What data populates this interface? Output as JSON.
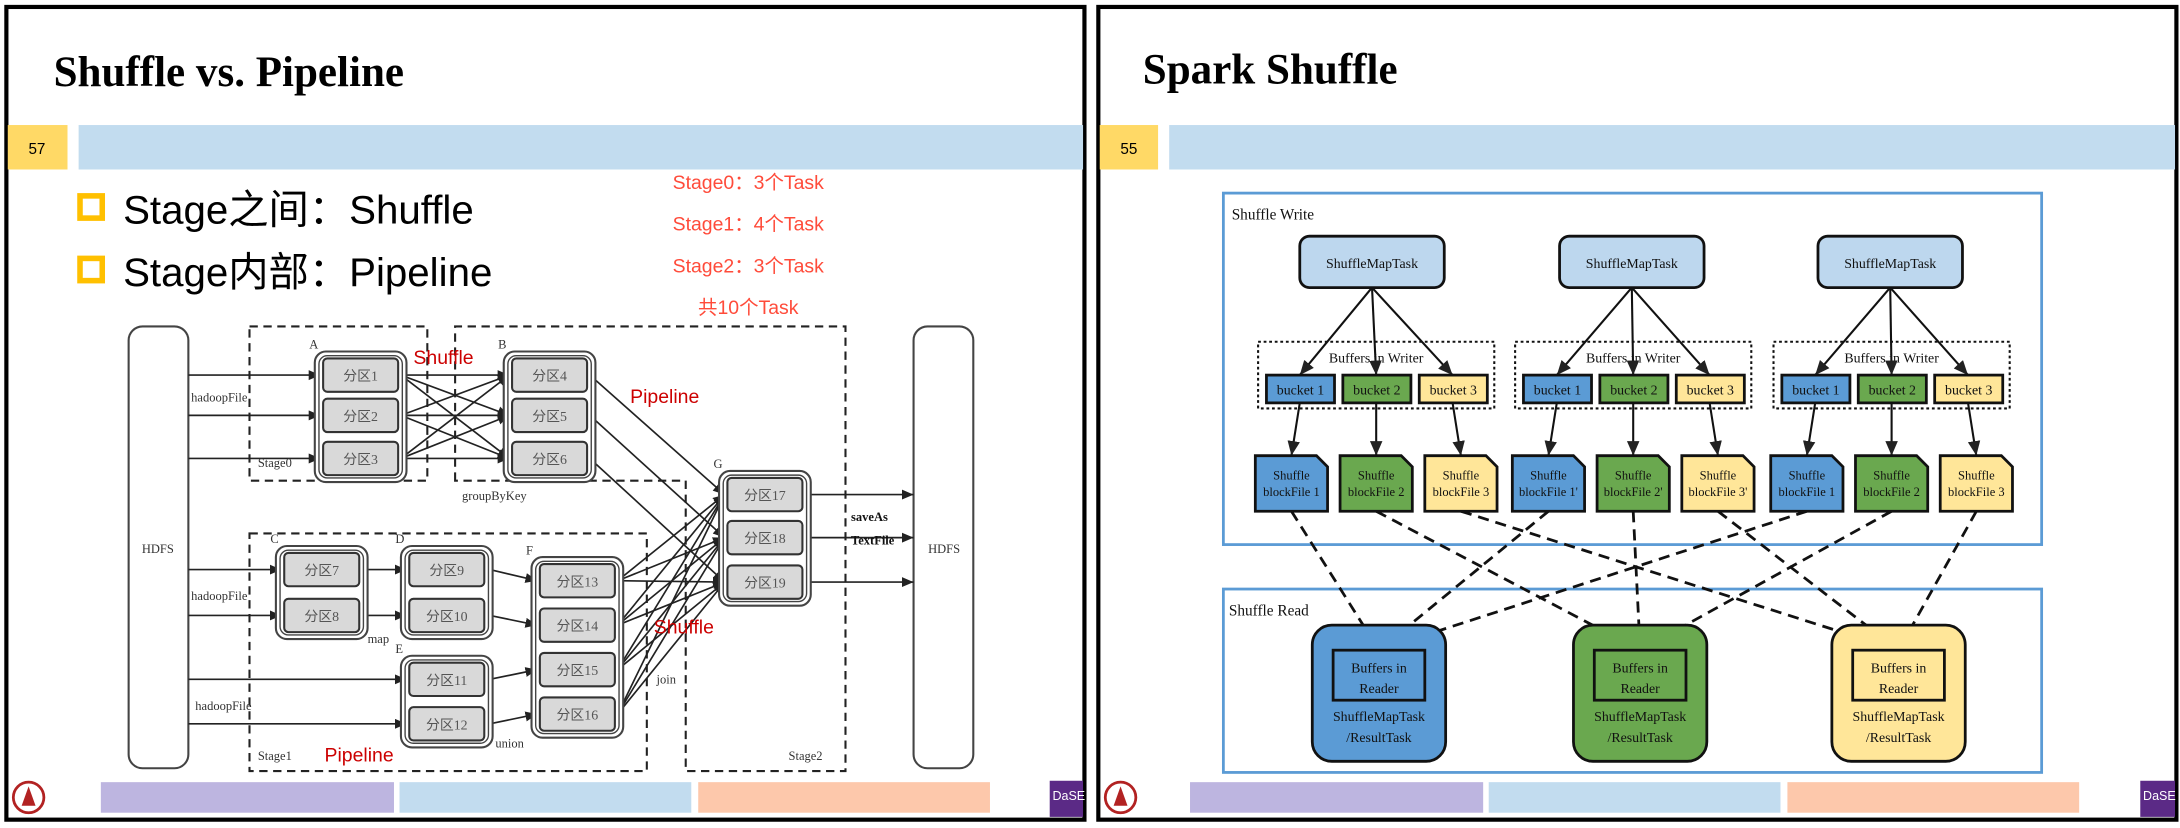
{
  "left_slide": {
    "title": "Shuffle vs. Pipeline",
    "page_number": "57",
    "bullets": [
      "Stage之间：Shuffle",
      "Stage内部：Pipeline"
    ],
    "task_notes": [
      "Stage0：3个Task",
      "Stage1：4个Task",
      "Stage2：3个Task",
      "共10个Task"
    ],
    "diagram": {
      "hdfs_left": "HDFS",
      "hdfs_right": "HDFS",
      "rdd_letters": [
        "A",
        "B",
        "C",
        "D",
        "E",
        "F",
        "G"
      ],
      "partitions": {
        "A": [
          "分区1",
          "分区2",
          "分区3"
        ],
        "B": [
          "分区4",
          "分区5",
          "分区6"
        ],
        "C": [
          "分区7",
          "分区8"
        ],
        "D": [
          "分区9",
          "分区10"
        ],
        "E": [
          "分区11",
          "分区12"
        ],
        "F": [
          "分区13",
          "分区14",
          "分区15",
          "分区16"
        ],
        "G": [
          "分区17",
          "分区18",
          "分区19"
        ]
      },
      "input_labels": [
        "hadoopFile",
        "hadoopFile",
        "hadoopFile"
      ],
      "op_labels": {
        "groupByKey": "groupByKey",
        "map": "map",
        "union": "union",
        "join": "join",
        "save1": "saveAs",
        "save2": "TextFile"
      },
      "stage_labels": [
        "Stage0",
        "Stage1",
        "Stage2"
      ],
      "annotations": {
        "shuffle_top": "Shuffle",
        "pipeline_top": "Pipeline",
        "shuffle_bottom": "Shuffle",
        "pipeline_bottom": "Pipeline"
      }
    }
  },
  "right_slide": {
    "title": "Spark Shuffle",
    "page_number": "55",
    "write_label": "Shuffle Write",
    "read_label": "Shuffle Read",
    "map_tasks": [
      "ShuffleMapTask",
      "ShuffleMapTask",
      "ShuffleMapTask"
    ],
    "buffers_label": "Buffers in Writer",
    "buckets": [
      "bucket 1",
      "bucket 2",
      "bucket 3"
    ],
    "block_files": [
      [
        [
          "Shuffle",
          "blockFile 1"
        ],
        [
          "Shuffle",
          "blockFile 2"
        ],
        [
          "Shuffle",
          "blockFile 3"
        ]
      ],
      [
        [
          "Shuffle",
          "blockFile 1'"
        ],
        [
          "Shuffle",
          "blockFile 2'"
        ],
        [
          "Shuffle",
          "blockFile 3'"
        ]
      ],
      [
        [
          "Shuffle",
          "blockFile 1"
        ],
        [
          "Shuffle",
          "blockFile 2"
        ],
        [
          "Shuffle",
          "blockFile 3"
        ]
      ]
    ],
    "reader_buffer": [
      "Buffers in",
      "Reader"
    ],
    "reader_task": [
      "ShuffleMapTask",
      "/ResultTask"
    ]
  },
  "footer": {
    "logo_text": "DaSE"
  },
  "colors": {
    "accent_yellow": "#ffd966",
    "band_blue": "#c2dcef",
    "annotation_red": "#cc0000",
    "note_red": "#ff4b3a",
    "bucket_blue": "#5b9bd5",
    "bucket_green": "#6aa84f",
    "bucket_yellow": "#ffe699",
    "task_blue": "#bdd7ee",
    "footer_purple": "#bdb5e0",
    "footer_blue": "#c2dcef",
    "footer_orange": "#fdc8ab"
  }
}
